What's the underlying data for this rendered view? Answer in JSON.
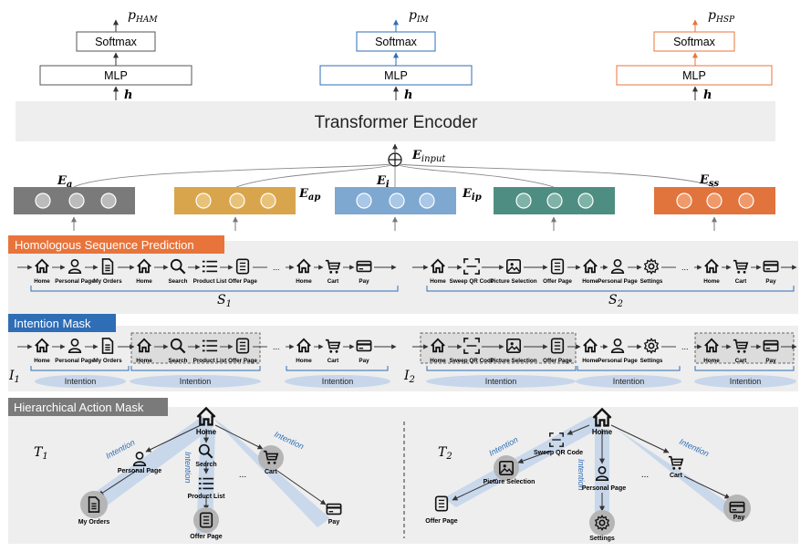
{
  "heads": [
    {
      "prob": "p",
      "sub": "HAM",
      "softmax": "Softmax",
      "mlp": "MLP",
      "h": "h",
      "color": "#555555"
    },
    {
      "prob": "p",
      "sub": "IM",
      "softmax": "Softmax",
      "mlp": "MLP",
      "h": "h",
      "color": "#2f6db5"
    },
    {
      "prob": "p",
      "sub": "HSP",
      "softmax": "Softmax",
      "mlp": "MLP",
      "h": "h",
      "color": "#e8743b"
    }
  ],
  "encoder": "Transformer Encoder",
  "einput": {
    "base": "E",
    "sub": "input"
  },
  "embeddings": [
    {
      "base": "E",
      "sub": "a",
      "color": "#7a7a7a"
    },
    {
      "base": "E",
      "sub": "ap",
      "color": "#d9a54c"
    },
    {
      "base": "E",
      "sub": "i",
      "color": "#7ea8d0"
    },
    {
      "base": "E",
      "sub": "ip",
      "color": "#4e8d82"
    },
    {
      "base": "E",
      "sub": "ss",
      "color": "#e1733d"
    }
  ],
  "sections": [
    {
      "label": "Homologous Sequence Prediction",
      "color": "#e8743b"
    },
    {
      "label": "Intention Mask",
      "color": "#2f6db5"
    },
    {
      "label": "Hierarchical Action Mask",
      "color": "#7a7a7a"
    }
  ],
  "seq_left": [
    {
      "icon": "home-icon",
      "label": "Home"
    },
    {
      "icon": "person-icon",
      "label": "Personal Page"
    },
    {
      "icon": "doc-icon",
      "label": "My Orders"
    },
    {
      "icon": "home-icon",
      "label": "Home"
    },
    {
      "icon": "search-icon",
      "label": "Search"
    },
    {
      "icon": "list-icon",
      "label": "Product List"
    },
    {
      "icon": "form-icon",
      "label": "Offer Page"
    },
    {
      "icon": "home-icon",
      "label": "Home"
    },
    {
      "icon": "cart-icon",
      "label": "Cart"
    },
    {
      "icon": "card-icon",
      "label": "Pay"
    }
  ],
  "seq_right": [
    {
      "icon": "home-icon",
      "label": "Home"
    },
    {
      "icon": "scan-icon",
      "label": "Sweep QR Code"
    },
    {
      "icon": "image-icon",
      "label": "Picture Selection"
    },
    {
      "icon": "form-icon",
      "label": "Offer Page"
    },
    {
      "icon": "home-icon",
      "label": "Home"
    },
    {
      "icon": "person-icon",
      "label": "Personal Page"
    },
    {
      "icon": "gear-icon",
      "label": "Settings"
    },
    {
      "icon": "home-icon",
      "label": "Home"
    },
    {
      "icon": "cart-icon",
      "label": "Cart"
    },
    {
      "icon": "card-icon",
      "label": "Pay"
    }
  ],
  "dots": "...",
  "s_labels": [
    {
      "base": "S",
      "sub": "1"
    },
    {
      "base": "S",
      "sub": "2"
    }
  ],
  "i_labels": [
    {
      "base": "I",
      "sub": "1"
    },
    {
      "base": "I",
      "sub": "2"
    }
  ],
  "t_labels": [
    {
      "base": "T",
      "sub": "1"
    },
    {
      "base": "T",
      "sub": "2"
    }
  ],
  "intention": "Intention",
  "tree_left": {
    "root": "Home",
    "n1": "Personal Page",
    "n1c": "My Orders",
    "n2": "Search",
    "n2b": "Product List",
    "n2c": "Offer Page",
    "n3": "Cart",
    "n3c": "Pay"
  },
  "tree_right": {
    "root": "Home",
    "n1": "Sweep QR Code",
    "n1c": "Picture Selection",
    "n1cc": "Offer Page",
    "n2": "Personal Page",
    "n2c": "Settings",
    "n3": "Cart",
    "n3c": "Pay"
  }
}
